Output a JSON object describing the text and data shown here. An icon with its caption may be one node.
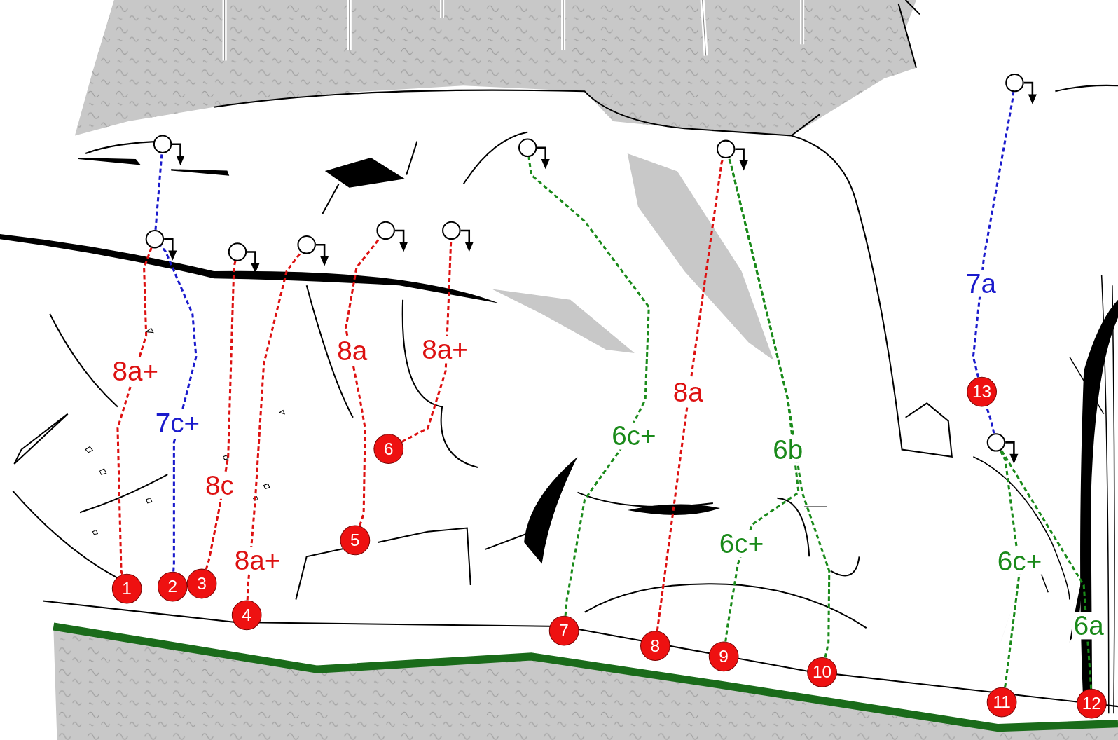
{
  "diagram": {
    "nodes": [
      {
        "text": [
          "1"
        ]
      },
      {
        "text": [
          "2"
        ]
      },
      {
        "text": [
          "3"
        ]
      },
      {
        "text": [
          "4"
        ]
      },
      {
        "text": [
          "5"
        ]
      },
      {
        "text": [
          "6"
        ]
      },
      {
        "text": [
          "7"
        ]
      },
      {
        "text": [
          "8"
        ]
      },
      {
        "text": [
          "9"
        ]
      },
      {
        "text": [
          "10"
        ]
      },
      {
        "text": [
          "11"
        ]
      },
      {
        "text": [
          "12"
        ]
      },
      {
        "text": [
          "13"
        ]
      },
      {
        "text": [],
        "shape": "circle"
      },
      {
        "text": [],
        "shape": "circle"
      },
      {
        "text": [],
        "shape": "circle"
      },
      {
        "text": [],
        "shape": "circle"
      },
      {
        "text": [],
        "shape": "circle"
      },
      {
        "text": [],
        "shape": "circle"
      },
      {
        "text": [],
        "shape": "circle"
      },
      {
        "text": [],
        "shape": "circle"
      },
      {
        "text": [],
        "shape": "circle"
      },
      {
        "text": [],
        "shape": "circle"
      }
    ],
    "edges": [
      {
        "from": 0,
        "to": 14,
        "arrow": "none",
        "label": "8a+",
        "style": "dashed",
        "color": "#dd1111"
      },
      {
        "from": 1,
        "to": 14,
        "arrow": "none",
        "label": "7c+",
        "style": "dashed",
        "color": "#1a1acc"
      },
      {
        "from": 14,
        "to": 13,
        "arrow": "none",
        "style": "dashed",
        "color": "#1a1acc"
      },
      {
        "from": 2,
        "to": 15,
        "arrow": "none",
        "label": "8c",
        "style": "dashed",
        "color": "#dd1111"
      },
      {
        "from": 3,
        "to": 16,
        "arrow": "none",
        "label": "8a+",
        "style": "dashed",
        "color": "#dd1111"
      },
      {
        "from": 4,
        "to": 17,
        "arrow": "none",
        "label": "8a",
        "style": "dashed",
        "color": "#dd1111"
      },
      {
        "from": 5,
        "to": 18,
        "arrow": "none",
        "label": "8a+",
        "style": "dashed",
        "color": "#dd1111"
      },
      {
        "from": 6,
        "to": 19,
        "arrow": "none",
        "label": "6c+",
        "style": "dashed",
        "color": "#1a8a1a"
      },
      {
        "from": 7,
        "to": 20,
        "arrow": "none",
        "label": "8a",
        "style": "dashed",
        "color": "#dd1111"
      },
      {
        "from": 8,
        "to": 20,
        "arrow": "none",
        "label": "6c+",
        "style": "dashed",
        "color": "#1a8a1a"
      },
      {
        "from": 9,
        "to": 20,
        "arrow": "none",
        "label": "6b",
        "style": "dashed",
        "color": "#1a8a1a"
      },
      {
        "from": 10,
        "to": 22,
        "arrow": "none",
        "label": "6c+",
        "style": "dashed",
        "color": "#1a8a1a"
      },
      {
        "from": 11,
        "to": 22,
        "arrow": "none",
        "label": "6a",
        "style": "dashed",
        "color": "#1a8a1a"
      },
      {
        "from": 12,
        "to": 21,
        "arrow": "none",
        "label": "7a",
        "style": "dashed",
        "color": "#1a1acc"
      },
      {
        "from": 22,
        "to": 12,
        "arrow": "none",
        "style": "dashed",
        "color": "#1a1acc"
      }
    ]
  }
}
